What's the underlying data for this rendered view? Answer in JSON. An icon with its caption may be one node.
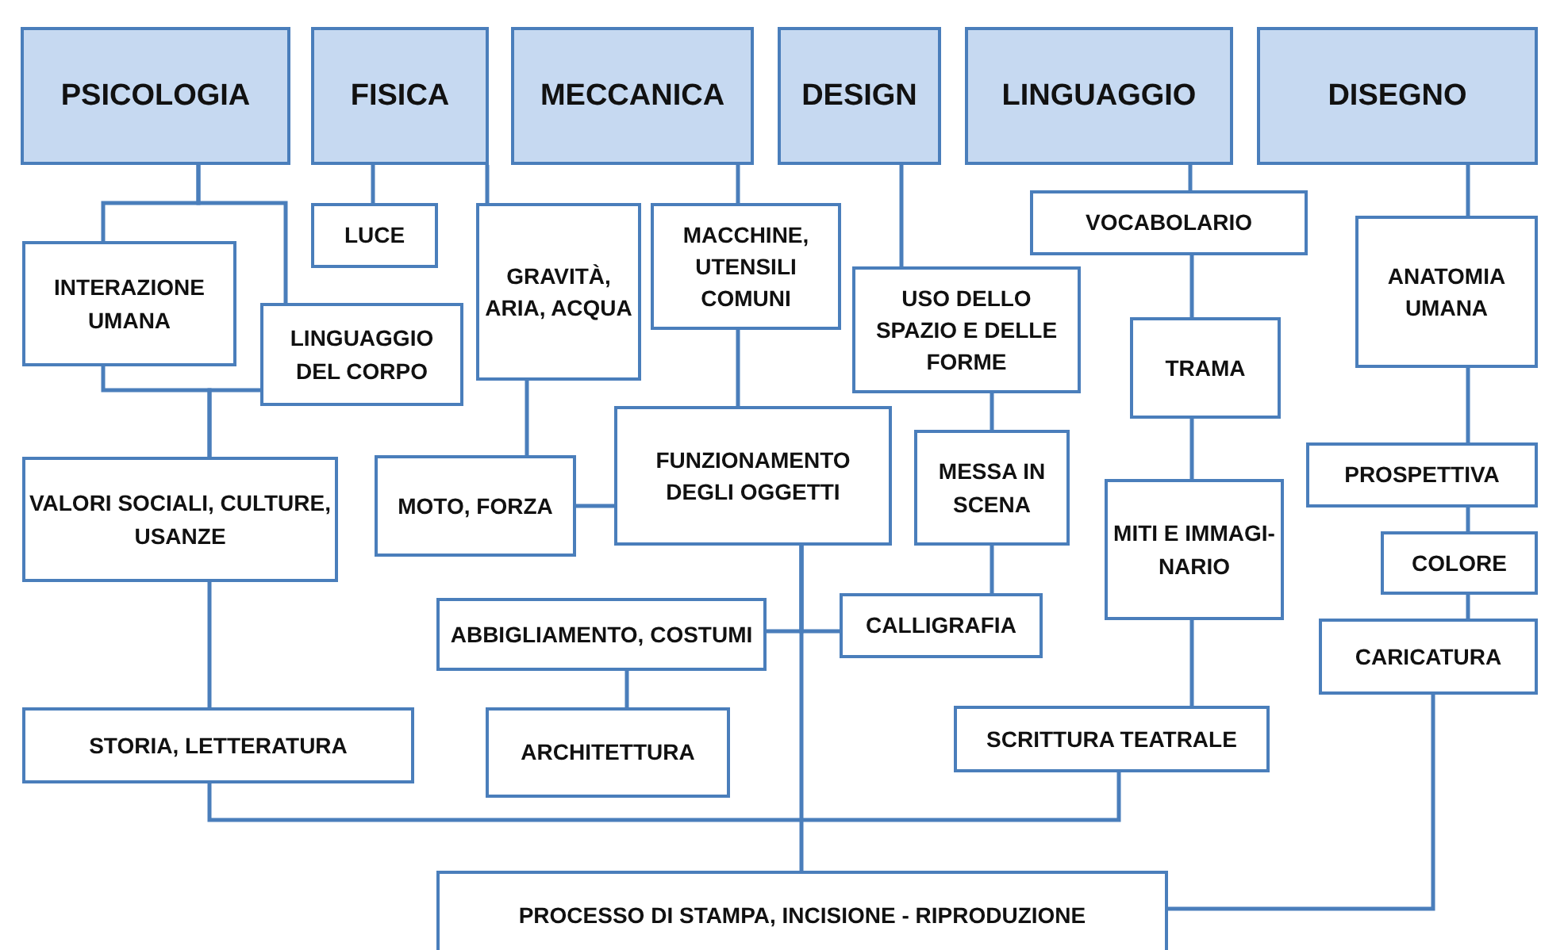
{
  "diagram": {
    "nodes": [
      {
        "text": [
          "PSICOLOGIA"
        ]
      },
      {
        "text": [
          "FISICA"
        ]
      },
      {
        "text": [
          "MECCANICA"
        ]
      },
      {
        "text": [
          "DESIGN"
        ]
      },
      {
        "text": [
          "LINGUAGGIO"
        ]
      },
      {
        "text": [
          "DISEGNO"
        ]
      },
      {
        "text": [
          "INTERAZIONE UMANA"
        ]
      },
      {
        "text": [
          "LUCE"
        ]
      },
      {
        "text": [
          "GRAVITÀ, ARIA, ACQUA"
        ]
      },
      {
        "text": [
          "MACCHINE, UTENSILI COMUNI"
        ]
      },
      {
        "text": [
          "LINGUAGGIO DEL CORPO"
        ]
      },
      {
        "text": [
          "USO DELLO SPAZIO E DELLE FORME"
        ]
      },
      {
        "text": [
          "VOCABOLARIO"
        ]
      },
      {
        "text": [
          "ANATOMIA UMANA"
        ]
      },
      {
        "text": [
          "TRAMA"
        ]
      },
      {
        "text": [
          "VALORI SOCIALI, CULTURE, USANZE"
        ]
      },
      {
        "text": [
          "MOTO, FORZA"
        ]
      },
      {
        "text": [
          "FUNZIONAMENTO DEGLI OGGETTI"
        ]
      },
      {
        "text": [
          "MESSA IN SCENA"
        ]
      },
      {
        "text": [
          "PROSPETTIVA"
        ]
      },
      {
        "text": [
          "MITI E IMMAGI- NARIO"
        ]
      },
      {
        "text": [
          "COLORE"
        ]
      },
      {
        "text": [
          "ABBIGLIAMENTO, COSTUMI"
        ]
      },
      {
        "text": [
          "CALLIGRAFIA"
        ]
      },
      {
        "text": [
          "CARICATURA"
        ]
      },
      {
        "text": [
          "STORIA, LETTERATURA"
        ]
      },
      {
        "text": [
          "ARCHITETTURA"
        ]
      },
      {
        "text": [
          "SCRITTURA TEATRALE"
        ]
      },
      {
        "text": [
          "PROCESSO DI STAMPA, INCISIONE - RIPRODUZIONE"
        ]
      }
    ],
    "edges": [
      {
        "from": 0,
        "to": 6,
        "arrow": "none"
      },
      {
        "from": 0,
        "to": 10,
        "arrow": "none"
      },
      {
        "from": 1,
        "to": 7,
        "arrow": "none"
      },
      {
        "from": 1,
        "to": 8,
        "arrow": "none"
      },
      {
        "from": 2,
        "to": 9,
        "arrow": "none"
      },
      {
        "from": 3,
        "to": 11,
        "arrow": "none"
      },
      {
        "from": 4,
        "to": 12,
        "arrow": "none"
      },
      {
        "from": 5,
        "to": 13,
        "arrow": "none"
      },
      {
        "from": 6,
        "to": 15,
        "arrow": "none"
      },
      {
        "from": 10,
        "to": 15,
        "arrow": "none"
      },
      {
        "from": 8,
        "to": 16,
        "arrow": "none"
      },
      {
        "from": 9,
        "to": 17,
        "arrow": "none"
      },
      {
        "from": 16,
        "to": 17,
        "arrow": "none"
      },
      {
        "from": 11,
        "to": 18,
        "arrow": "none"
      },
      {
        "from": 12,
        "to": 14,
        "arrow": "none"
      },
      {
        "from": 14,
        "to": 20,
        "arrow": "none"
      },
      {
        "from": 13,
        "to": 19,
        "arrow": "none"
      },
      {
        "from": 19,
        "to": 21,
        "arrow": "none"
      },
      {
        "from": 21,
        "to": 24,
        "arrow": "none"
      },
      {
        "from": 15,
        "to": 25,
        "arrow": "none"
      },
      {
        "from": 17,
        "to": 22,
        "arrow": "none"
      },
      {
        "from": 17,
        "to": 23,
        "arrow": "none"
      },
      {
        "from": 17,
        "to": 28,
        "arrow": "none"
      },
      {
        "from": 22,
        "to": 26,
        "arrow": "none"
      },
      {
        "from": 18,
        "to": 23,
        "arrow": "none"
      },
      {
        "from": 20,
        "to": 27,
        "arrow": "none"
      },
      {
        "from": 25,
        "to": 27,
        "arrow": "none"
      },
      {
        "from": 24,
        "to": 28,
        "arrow": "none"
      }
    ]
  }
}
